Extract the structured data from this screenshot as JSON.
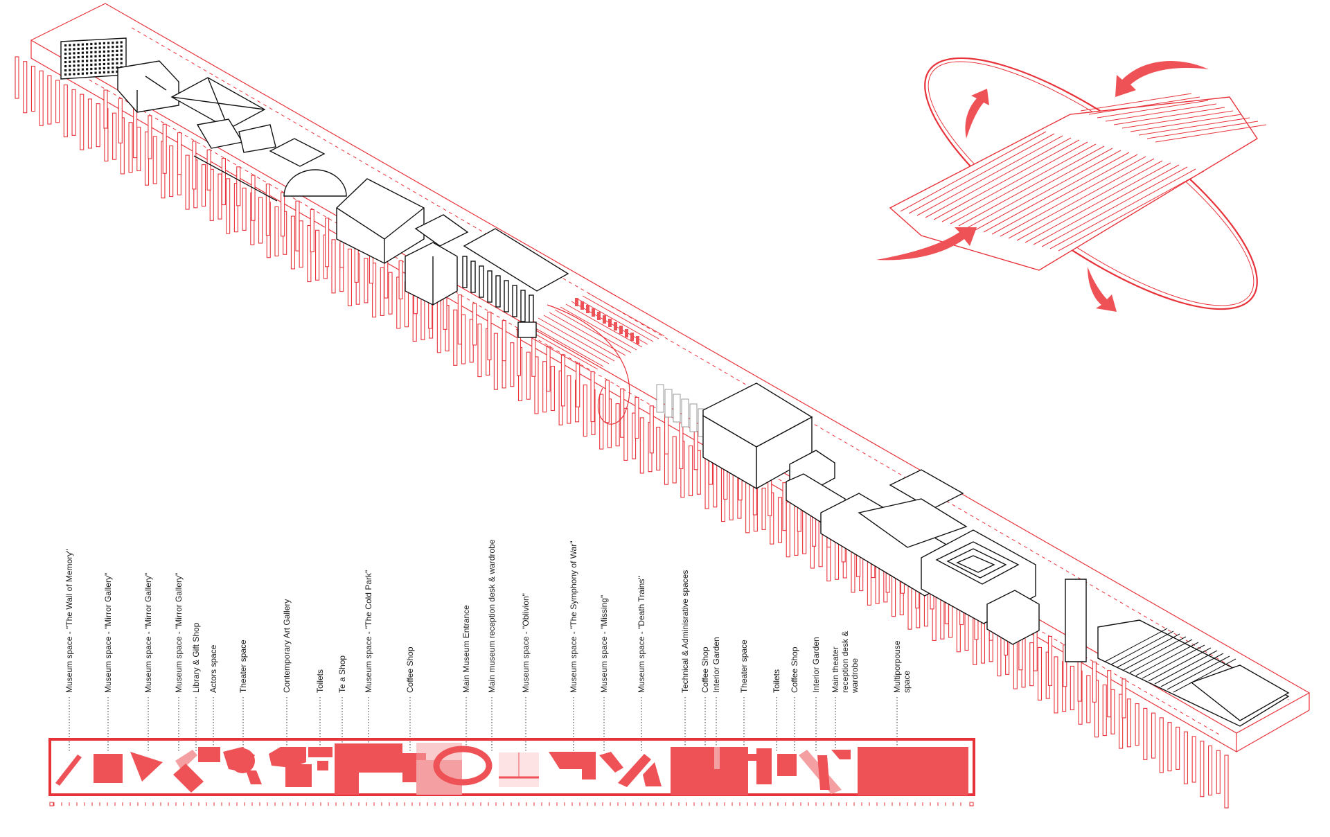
{
  "colors": {
    "accent": "#e8323a",
    "fill": "#ee5257",
    "light": "#f4a0a3",
    "ink": "#111111"
  },
  "labels": [
    {
      "lines": [
        "Museum space - \"The Wall of Memory\""
      ]
    },
    {
      "lines": [
        "Museum space - \"Mirror Gallery\""
      ]
    },
    {
      "lines": [
        "Museum space - \"Mirror Gallery\""
      ]
    },
    {
      "lines": [
        "Museum space - \"Mirror Gallery\""
      ]
    },
    {
      "lines": [
        "Library & Gift Shop"
      ]
    },
    {
      "lines": [
        "Actors space"
      ]
    },
    {
      "lines": [
        "Theater space"
      ]
    },
    {
      "lines": [
        "Contemporary Art Gallery"
      ]
    },
    {
      "lines": [
        "Toilets"
      ]
    },
    {
      "lines": [
        "Te a Shop"
      ]
    },
    {
      "lines": [
        "Museum space - \"The Cold Park\""
      ]
    },
    {
      "lines": [
        "Coffee Shop"
      ]
    },
    {
      "lines": [
        "Main Museum Entrance"
      ]
    },
    {
      "lines": [
        "Main museum reception desk & wardrobe"
      ]
    },
    {
      "lines": [
        "Museum space - \"Oblivion\""
      ]
    },
    {
      "lines": [
        "Museum space - \"The Symphony of War\""
      ]
    },
    {
      "lines": [
        "Museum space - \"Missing\""
      ]
    },
    {
      "lines": [
        "Museum space - \"Death Trains\""
      ]
    },
    {
      "lines": [
        "Technical & Adminisrative spaces"
      ]
    },
    {
      "lines": [
        "Coffee Shop"
      ]
    },
    {
      "lines": [
        "Interior Garden"
      ]
    },
    {
      "lines": [
        "Theater space"
      ]
    },
    {
      "lines": [
        "Toilets"
      ]
    },
    {
      "lines": [
        "Coffee Shop"
      ]
    },
    {
      "lines": [
        "Interior Garden"
      ]
    },
    {
      "lines": [
        "Main theater",
        "reception desk &",
        "wardrobe"
      ]
    },
    {
      "lines": [
        "Multiporpouse",
        "space"
      ]
    }
  ]
}
